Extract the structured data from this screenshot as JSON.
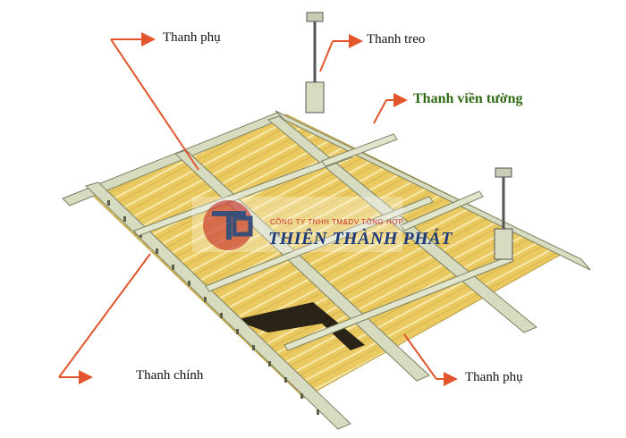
{
  "labels": {
    "thanh_phu_top": "Thanh phụ",
    "thanh_treo": "Thanh treo",
    "thanh_vien_tuong": "Thanh viền tường",
    "thanh_chinh": "Thanh chính",
    "thanh_phu_bottom": "Thanh phụ"
  },
  "watermark": {
    "company": "CÔNG TY TNHH TM&DV TỔNG HỢP",
    "brand": "THIÊN THÀNH PHÁT",
    "logo_letters": "TP"
  },
  "colors": {
    "panel": "#e9c960",
    "panel_stripe": "#f7e7a8",
    "rail": "#d7dcc0",
    "rail_edge": "#7c8163",
    "arrow": "#e2552d",
    "accent_green": "#2e6b12",
    "logo_red": "#c8322c",
    "logo_blue": "#1f3a78"
  }
}
